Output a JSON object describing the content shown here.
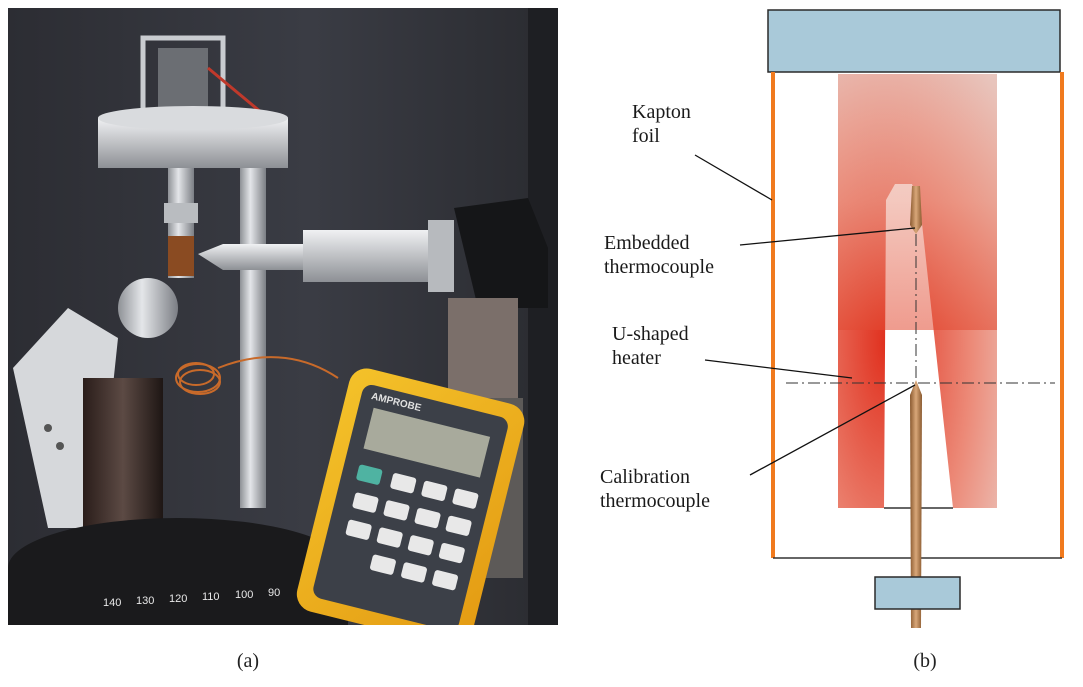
{
  "captions": {
    "a": "(a)",
    "b": "(b)"
  },
  "photo": {
    "meter_brand": "AMPROBE",
    "dial_ticks": [
      "140",
      "130",
      "120",
      "110",
      "100",
      "90"
    ]
  },
  "diagram": {
    "labels": {
      "kapton": [
        "Kapton",
        "foil"
      ],
      "embedded": [
        "Embedded",
        "thermocouple"
      ],
      "heater": [
        "U-shaped",
        "heater"
      ],
      "calibration": [
        "Calibration",
        "thermocouple"
      ]
    },
    "colors": {
      "mount_block": "#a9c9d9",
      "kapton_foil": "#f07a1e",
      "heater_hot": "#e0301e",
      "heater_cool": "#e8c8c0",
      "thermocouple": "#b5835a"
    }
  }
}
